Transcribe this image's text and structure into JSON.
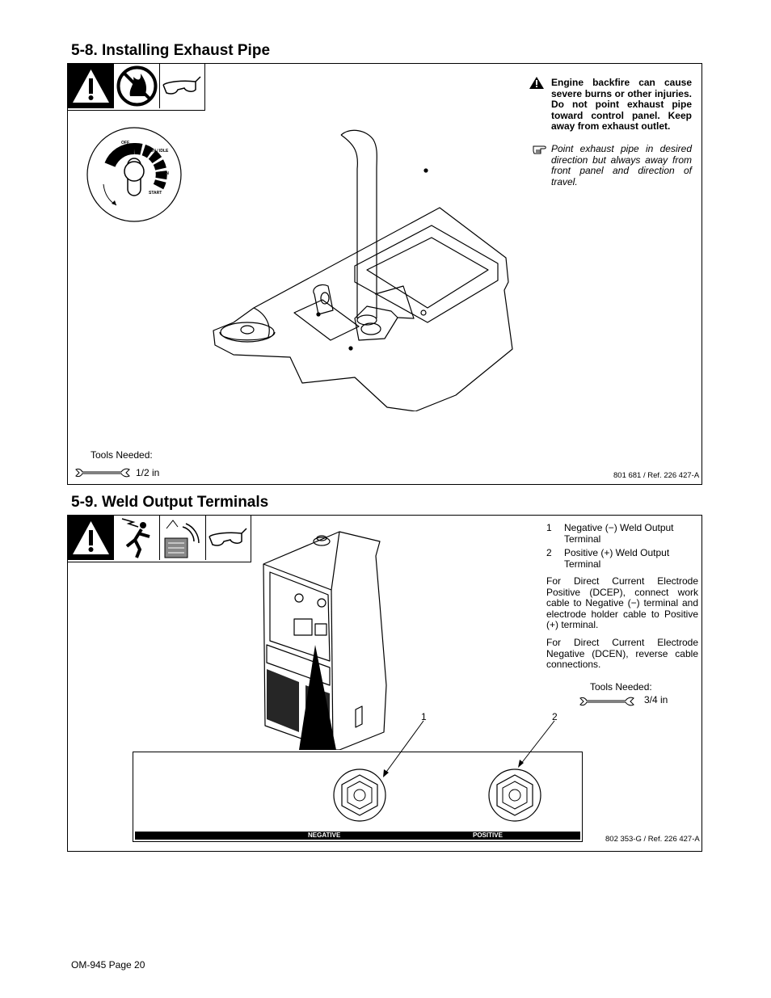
{
  "section_1": {
    "heading": "5-8.   Installing Exhaust Pipe",
    "warning": "Engine backfire can cause severe burns or other injuries. Do not point exhaust pipe toward control panel.  Keep away from exhaust outlet.",
    "note": "Point exhaust pipe in desired direction but always away from front panel and direction of travel.",
    "switch_labels": {
      "off": "OFF",
      "run_idle": "RUN / IDLE",
      "run": "RUN",
      "start": "START"
    },
    "tools_label": "Tools Needed:",
    "tool_size": "1/2 in",
    "ref": "801 681 / Ref. 226 427-A"
  },
  "section_2": {
    "heading": "5-9.   Weld Output Terminals",
    "items": [
      {
        "num": "1",
        "text": "Negative (−) Weld Output Terminal"
      },
      {
        "num": "2",
        "text": "Positive (+) Weld Output Terminal"
      }
    ],
    "para_1": "For Direct Current Electrode Positive (DCEP), connect work cable to Negative (−) terminal and electrode holder cable to Positive (+) terminal.",
    "para_2": "For Direct Current Electrode Negative (DCEN), reverse cable connections.",
    "tools_label": "Tools Needed:",
    "tool_size": "3/4 in",
    "callout_1": "1",
    "callout_2": "2",
    "terminal_negative": "NEGATIVE",
    "terminal_positive": "POSITIVE",
    "ref": "802 353-G / Ref. 226 427-A"
  },
  "footer": "OM-945 Page 20"
}
